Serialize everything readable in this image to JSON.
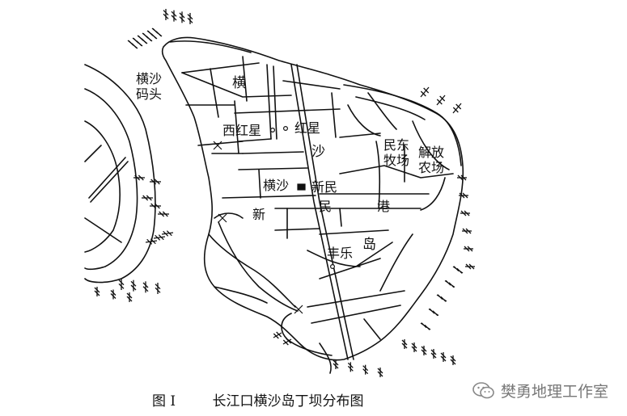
{
  "place_labels": {
    "hengsha_pier": [
      "横沙",
      "码头"
    ],
    "island_char_1": "横",
    "island_char_2": "沙",
    "island_char_3": "岛",
    "xi_hongxing": "西红星",
    "hongxing": "红星",
    "mindong_muchang": [
      "民东",
      "牧场"
    ],
    "jiefang_nongchang": [
      "解放",
      "农场"
    ],
    "hengsha_town": "横沙",
    "xinmin": "新民",
    "xinmingang_1": "新",
    "xinmingang_2": "民",
    "xinmingang_3": "港",
    "fengle": "丰乐"
  },
  "caption": {
    "figure_no": "图 I",
    "title": "长江口横沙岛丁坝分布图"
  },
  "watermark": {
    "text": "樊勇地理工作室",
    "icon": "wechat-icon",
    "color": "#777777"
  }
}
